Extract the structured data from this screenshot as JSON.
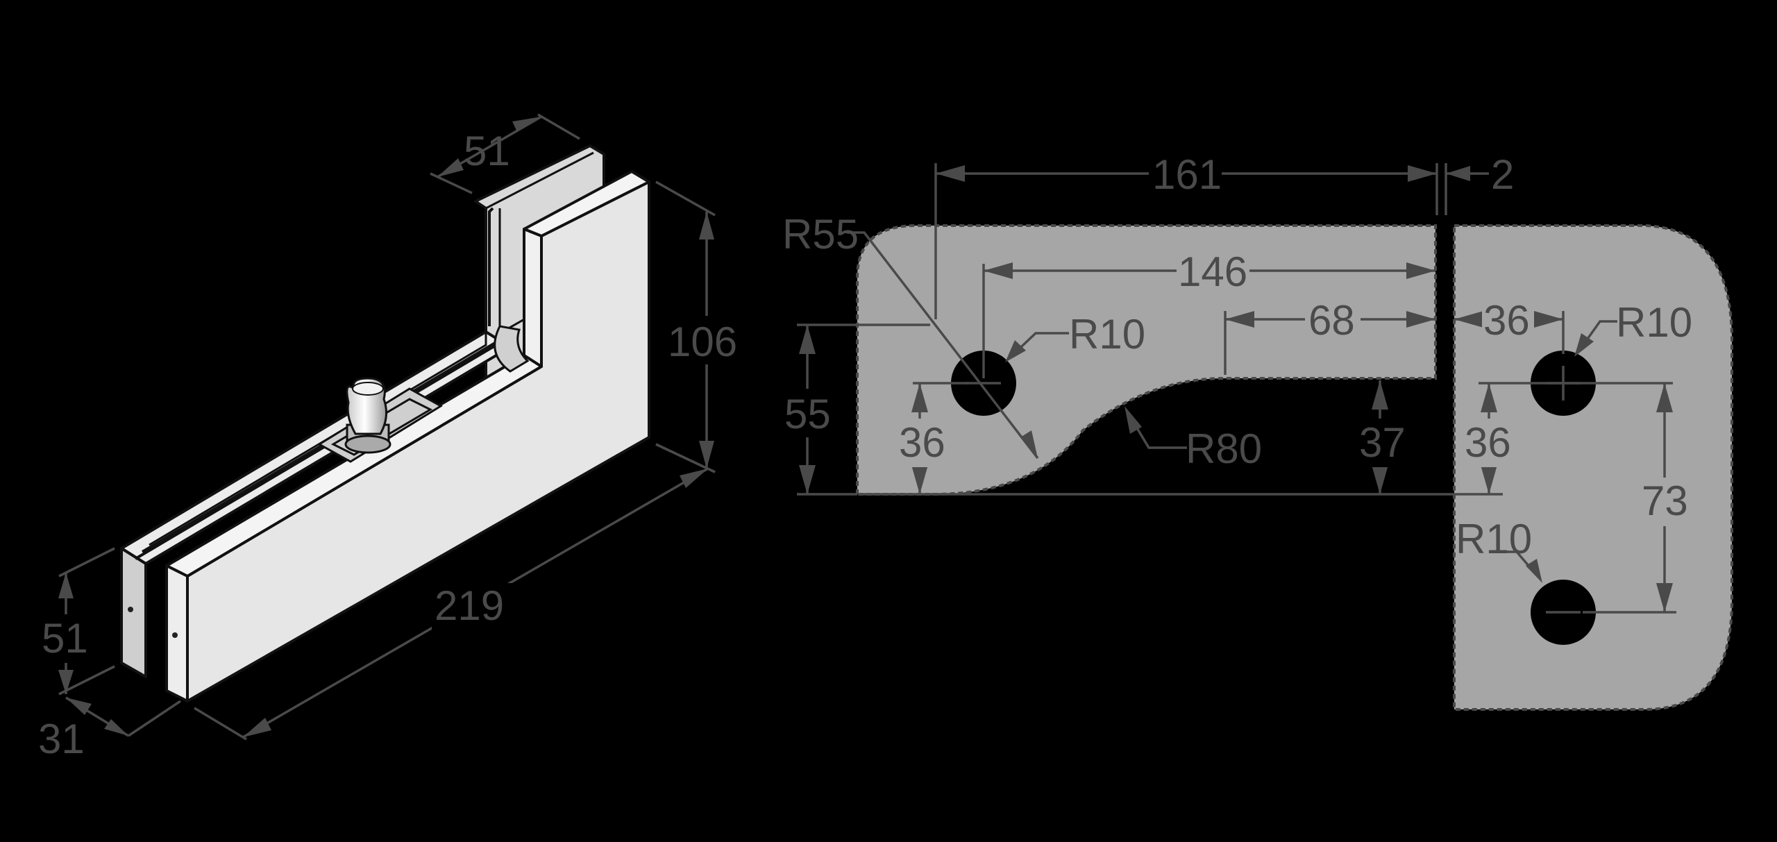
{
  "iso_view": {
    "dimensions": {
      "depth_top": "51",
      "height": "106",
      "length": "219",
      "front_height": "51",
      "front_depth": "31"
    }
  },
  "cutout_view": {
    "dimensions": {
      "d161": "161",
      "d2": "2",
      "r55": "R55",
      "d146": "146",
      "d68": "68",
      "d36_right_top": "36",
      "r10_left": "R10",
      "r10_right_top": "R10",
      "d55": "55",
      "d36_left": "36",
      "r80": "R80",
      "d37": "37",
      "d36_right": "36",
      "d73": "73",
      "r10_right_bottom": "R10"
    }
  },
  "colors": {
    "background": "#000000",
    "plate_fill": "#a6a6a6",
    "dimension": "#4a4a4a",
    "part_face": "#e4e4e4"
  }
}
